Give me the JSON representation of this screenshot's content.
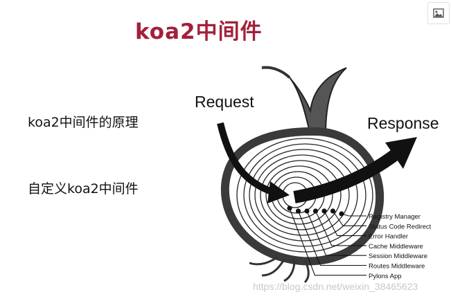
{
  "title": "koa2中间件",
  "left_items": [
    "koa2中间件的原理",
    "自定义koa2中间件"
  ],
  "diagram": {
    "request_label": "Request",
    "response_label": "Response",
    "layers": [
      "Registry Manager",
      "Status Code Redirect",
      "Error Handler",
      "Cache Middleware",
      "Session Middleware",
      "Routes Middleware",
      "Pylons App"
    ]
  },
  "watermark": "https://blog.csdn.net/weixin_38465623",
  "icons": {
    "image_button": "image-icon"
  }
}
